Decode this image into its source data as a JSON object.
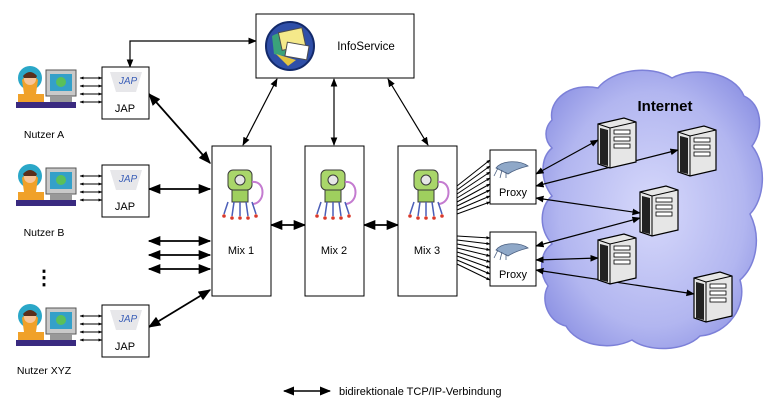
{
  "info_service": {
    "label": "InfoService"
  },
  "users": [
    {
      "label": "Nutzer A",
      "jap_label": "JAP",
      "jap_icon_text": "JAP"
    },
    {
      "label": "Nutzer B",
      "jap_label": "JAP",
      "jap_icon_text": "JAP"
    },
    {
      "label": "Nutzer XYZ",
      "jap_label": "JAP",
      "jap_icon_text": "JAP"
    }
  ],
  "ellipsis": "⋮",
  "mixes": [
    {
      "label": "Mix 1"
    },
    {
      "label": "Mix 2"
    },
    {
      "label": "Mix 3"
    }
  ],
  "proxies": [
    {
      "label": "Proxy"
    },
    {
      "label": "Proxy"
    }
  ],
  "internet": {
    "label": "Internet"
  },
  "legend": {
    "label": "bidirektionale TCP/IP-Verbindung"
  },
  "colors": {
    "cloud_fill": "#b9bdf3",
    "cloud_edge": "#7479d9",
    "mix_green": "#a9d66a",
    "server_gray": "#e6e6e6"
  }
}
